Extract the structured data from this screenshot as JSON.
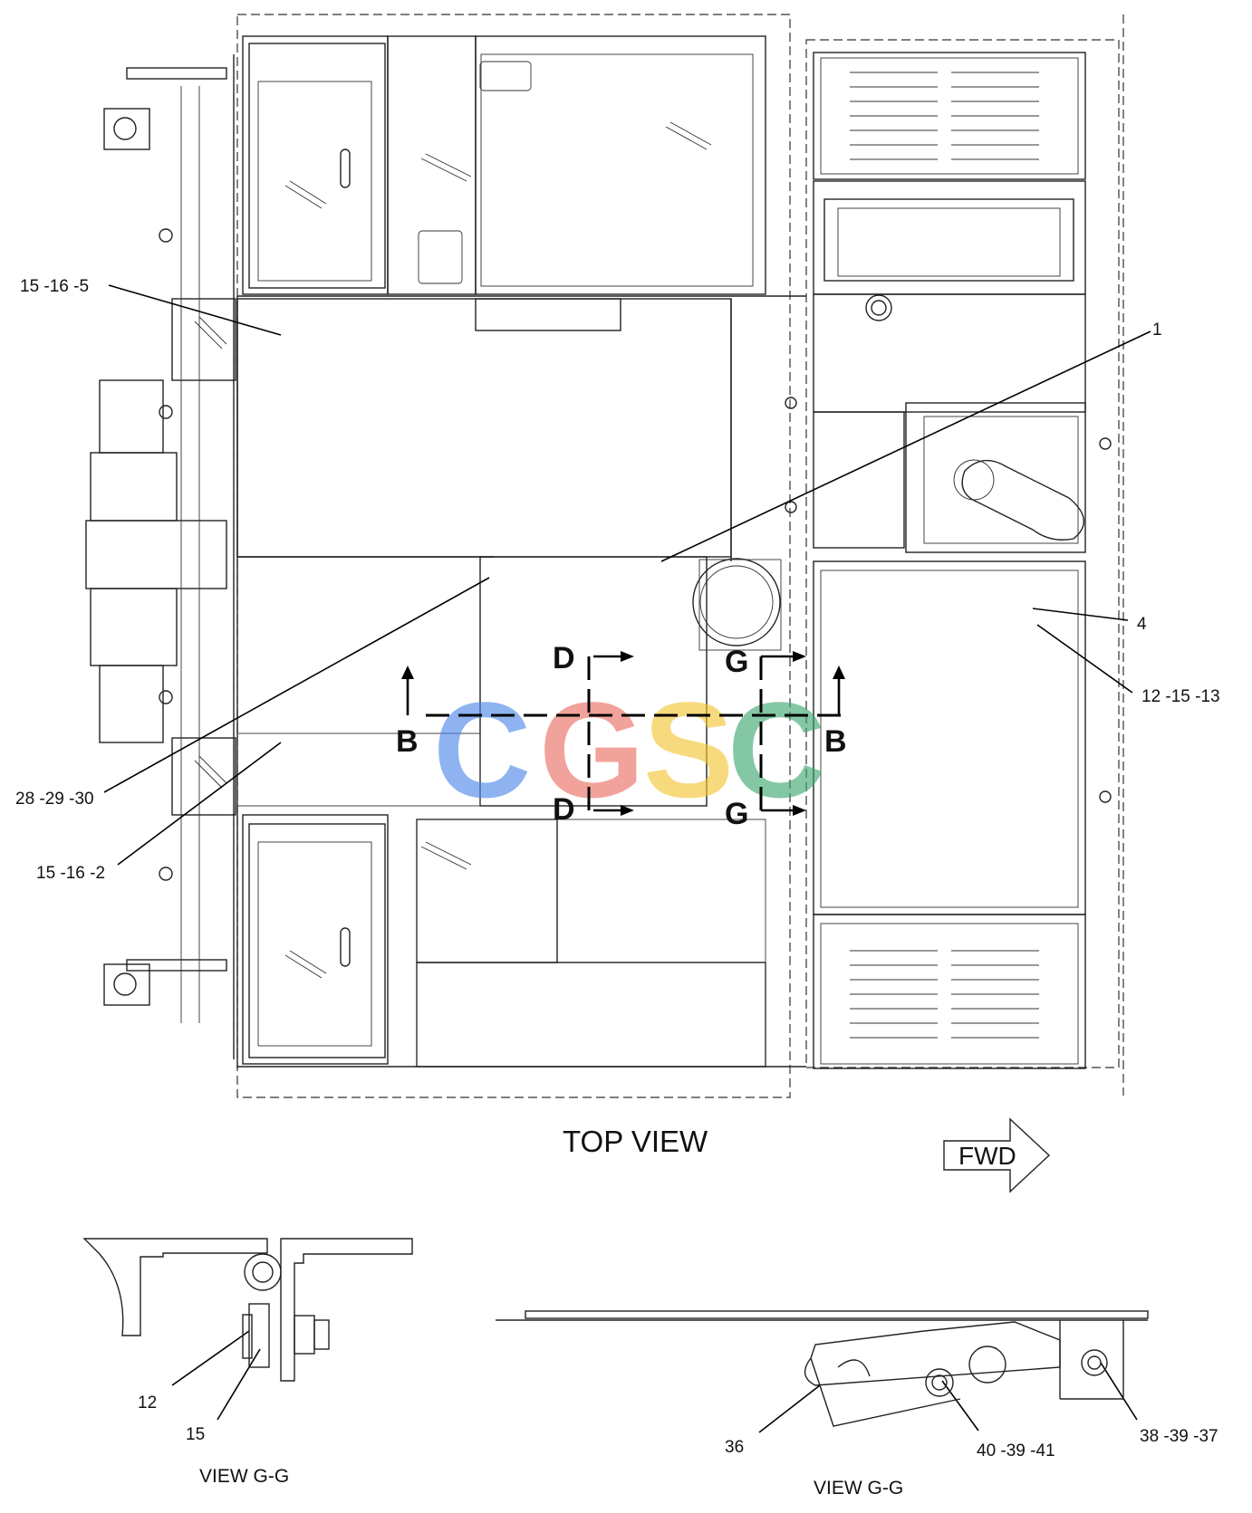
{
  "view_title": "TOP VIEW",
  "forward_label": "FWD",
  "callouts": {
    "c_15_16_5": "15 -16 -5",
    "c_1": "1",
    "c_4": "4",
    "c_12_15_13": "12 -15 -13",
    "c_28_29_30": "28 -29 -30",
    "c_15_16_2": "15 -16 -2",
    "c_12": "12",
    "c_15": "15",
    "c_36": "36",
    "c_40_39_41": "40 -39 -41",
    "c_38_39_37": "38 -39 -37"
  },
  "section_marks": {
    "b_left": "B",
    "b_right": "B",
    "d_top": "D",
    "d_bottom": "D",
    "g_top": "G",
    "g_bottom": "G"
  },
  "view_captions": {
    "left": "VIEW G-G",
    "right": "VIEW G-G"
  },
  "watermark": {
    "letters": [
      "C",
      "G",
      "S",
      "C"
    ],
    "colors": [
      "#4a86e8",
      "#ea6a5e",
      "#f4c430",
      "#3aa56f"
    ]
  }
}
